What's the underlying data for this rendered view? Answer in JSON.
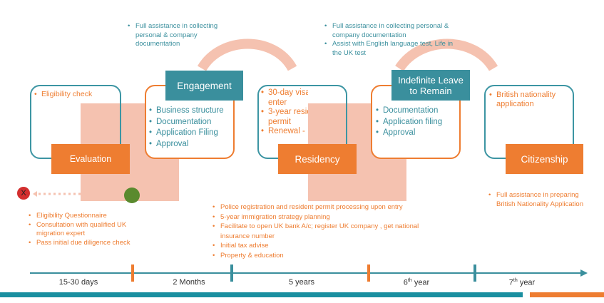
{
  "colors": {
    "teal": "#3a8f9d",
    "orange": "#ee7d31",
    "pink": "#f5c2b0",
    "green": "#5a8a2e",
    "red": "#d32f2f"
  },
  "stages": {
    "evaluation": {
      "label": "Evaluation",
      "items": [
        "Eligibility check"
      ]
    },
    "engagement": {
      "label": "Engagement",
      "items": [
        "Business structure",
        "Documentation",
        "Application Filing",
        "Approval"
      ]
    },
    "residency": {
      "label": "Residency",
      "items": [
        "30-day visa to enter",
        "3-year residence permit",
        "Renewal -"
      ]
    },
    "ilr": {
      "label": "Indefinite Leave to Remain",
      "items": [
        "Documentation",
        "Application filing",
        "Approval"
      ]
    },
    "citizenship": {
      "label": "Citizenship",
      "items": [
        "British nationality application"
      ]
    }
  },
  "notes": {
    "top_engagement": [
      "Full assistance in collecting personal & company documentation"
    ],
    "top_ilr": [
      "Full assistance in collecting personal & company documentation",
      "Assist with English language test, Life in the UK test"
    ],
    "bottom_evaluation": [
      "Eligibility Questionnaire",
      "Consultation with qualified UK migration expert",
      "Pass initial due diligence check"
    ],
    "bottom_residency": [
      "Police registration and resident permit processing upon entry",
      "5-year immigration strategy planning",
      "Facilitate to open UK bank A/c; register UK company , get national insurance number",
      "Initial tax advise",
      "Property & education"
    ],
    "bottom_citizenship": [
      "Full assistance in preparing British Nationality Application"
    ]
  },
  "timeline": {
    "labels": [
      "15-30 days",
      "2 Months",
      "5 years",
      "6",
      "7"
    ],
    "sup": "th",
    "year": "year"
  },
  "icons": {
    "reject": "X"
  }
}
